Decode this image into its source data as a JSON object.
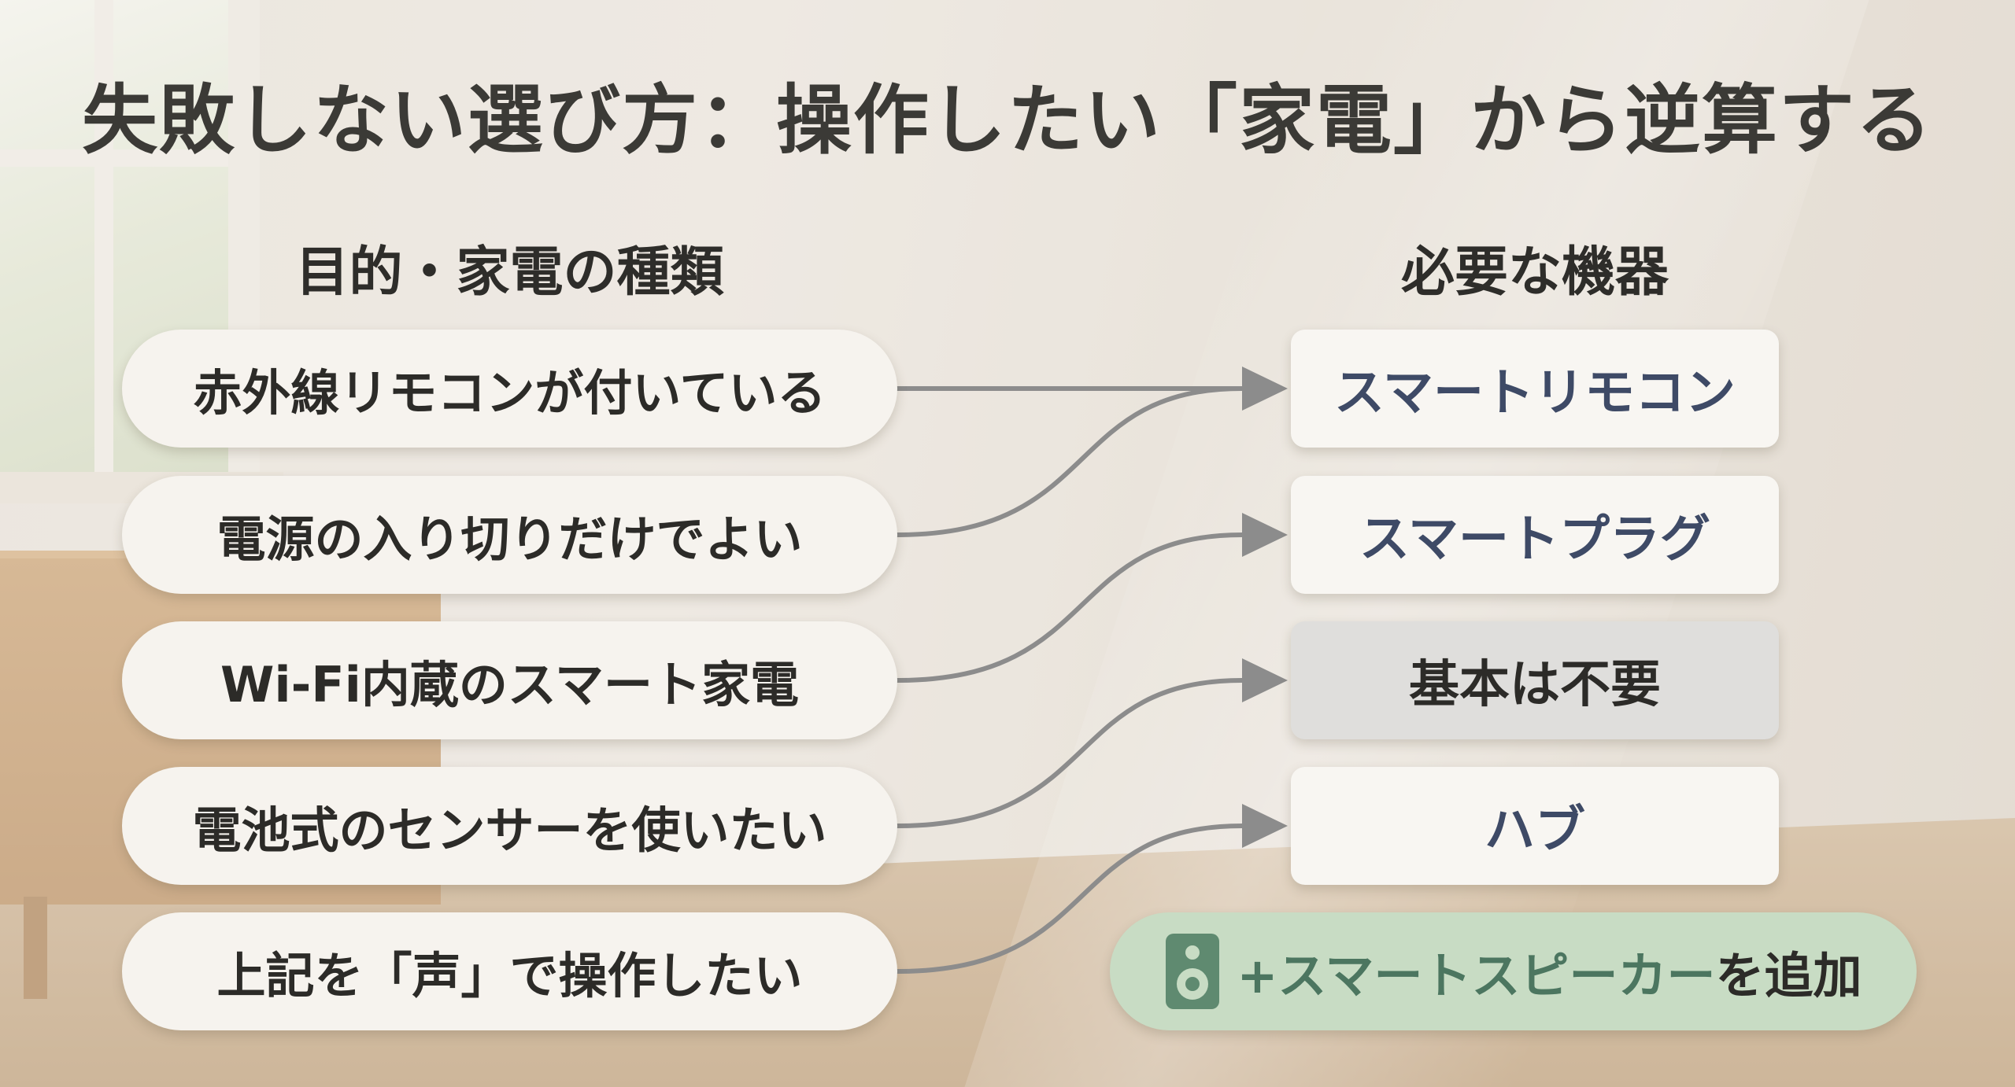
{
  "title": "失敗しない選び方：操作したい「家電」から逆算する",
  "left_header": "目的・家電の種類",
  "right_header": "必要な機器",
  "purposes": [
    "赤外線リモコンが付いている",
    "電源の入り切りだけでよい",
    "Wi-Fi内蔵のスマート家電",
    "電池式のセンサーを使いたい",
    "上記を「声」で操作したい"
  ],
  "devices": [
    "スマートリモコン",
    "スマートプラグ",
    "基本は不要",
    "ハブ"
  ],
  "addon": {
    "plus_part": "+スマートスピーカー",
    "suffix": "を追加",
    "icon": "speaker-icon"
  },
  "colors": {
    "device_text": "#3e4a66",
    "addon_bg": "#c8dcc4",
    "addon_accent": "#4c7660",
    "connector": "#8c8c8c"
  }
}
